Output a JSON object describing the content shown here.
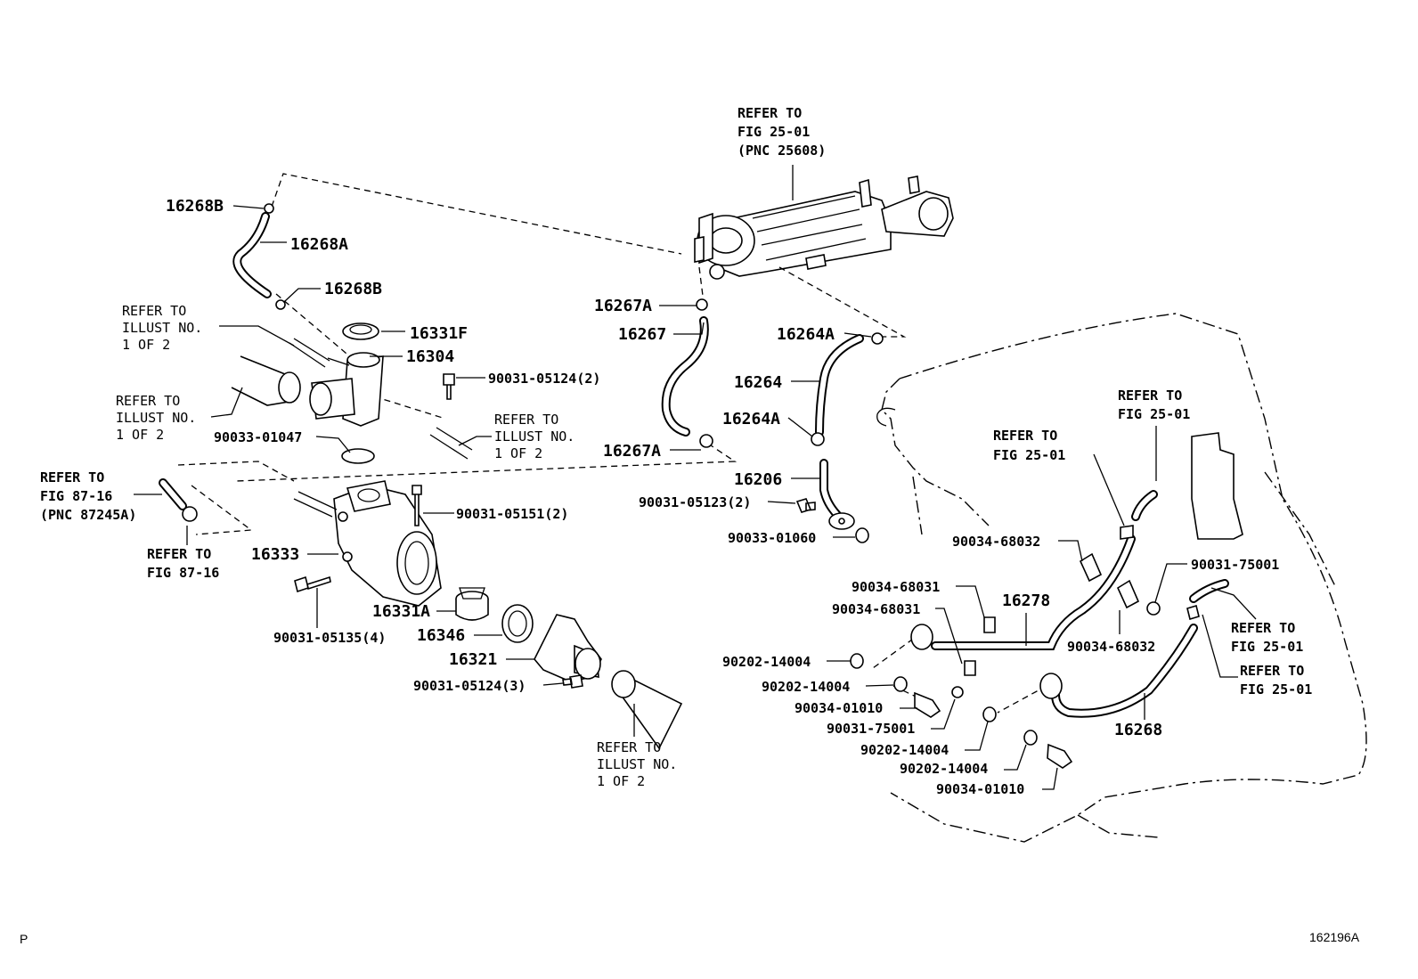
{
  "callouts": {
    "p16268B_top": "16268B",
    "p16268A": "16268A",
    "p16268B_mid": "16268B",
    "p16331F": "16331F",
    "p16304": "16304",
    "p90031_05124_2": "90031-05124(2)",
    "p90033_01047": "90033-01047",
    "p90031_05151_2": "90031-05151(2)",
    "p16333": "16333",
    "p90031_05135_4": "90031-05135(4)",
    "p16331A": "16331A",
    "p16346": "16346",
    "p16321": "16321",
    "p90031_05124_3": "90031-05124(3)",
    "p16267A_top": "16267A",
    "p16267": "16267",
    "p16267A_bot": "16267A",
    "p16264A_top": "16264A",
    "p16264": "16264",
    "p16264A_bot": "16264A",
    "p16206": "16206",
    "p90031_05123_2": "90031-05123(2)",
    "p90033_01060": "90033-01060",
    "p90034_68032_a": "90034-68032",
    "p90034_68031_a": "90034-68031",
    "p90034_68031_b": "90034-68031",
    "p16278": "16278",
    "p90031_75001_a": "90031-75001",
    "p90034_68032_b": "90034-68032",
    "p90202_14004_a": "90202-14004",
    "p90202_14004_b": "90202-14004",
    "p90034_01010_a": "90034-01010",
    "p90031_75001_b": "90031-75001",
    "p90202_14004_c": "90202-14004",
    "p90202_14004_d": "90202-14004",
    "p90034_01010_b": "90034-01010",
    "p16268": "16268"
  },
  "refer_notes": {
    "egr_cooler": [
      "REFER TO",
      "FIG 25-01",
      "(PNC 25608)"
    ],
    "illust_left_top": [
      "REFER TO",
      "ILLUST NO.",
      "1 OF 2"
    ],
    "illust_left_mid": [
      "REFER TO",
      "ILLUST NO.",
      "1 OF 2"
    ],
    "illust_center": [
      "REFER TO",
      "ILLUST NO.",
      "1 OF 2"
    ],
    "fig8716_pnc": [
      "REFER TO",
      "FIG 87-16",
      "(PNC 87245A)"
    ],
    "fig8716": [
      "REFER TO",
      "FIG 87-16"
    ],
    "illust_bottom": [
      "REFER TO",
      "ILLUST NO.",
      "1 OF 2"
    ],
    "fig2501_a": [
      "REFER TO",
      "FIG 25-01"
    ],
    "fig2501_b": [
      "REFER TO",
      "FIG 25-01"
    ],
    "fig2501_c": [
      "REFER TO",
      "FIG 25-01"
    ],
    "fig2501_d": [
      "REFER TO",
      "FIG 25-01"
    ]
  },
  "footer": {
    "left_mark": "P",
    "figure_id": "162196A"
  }
}
